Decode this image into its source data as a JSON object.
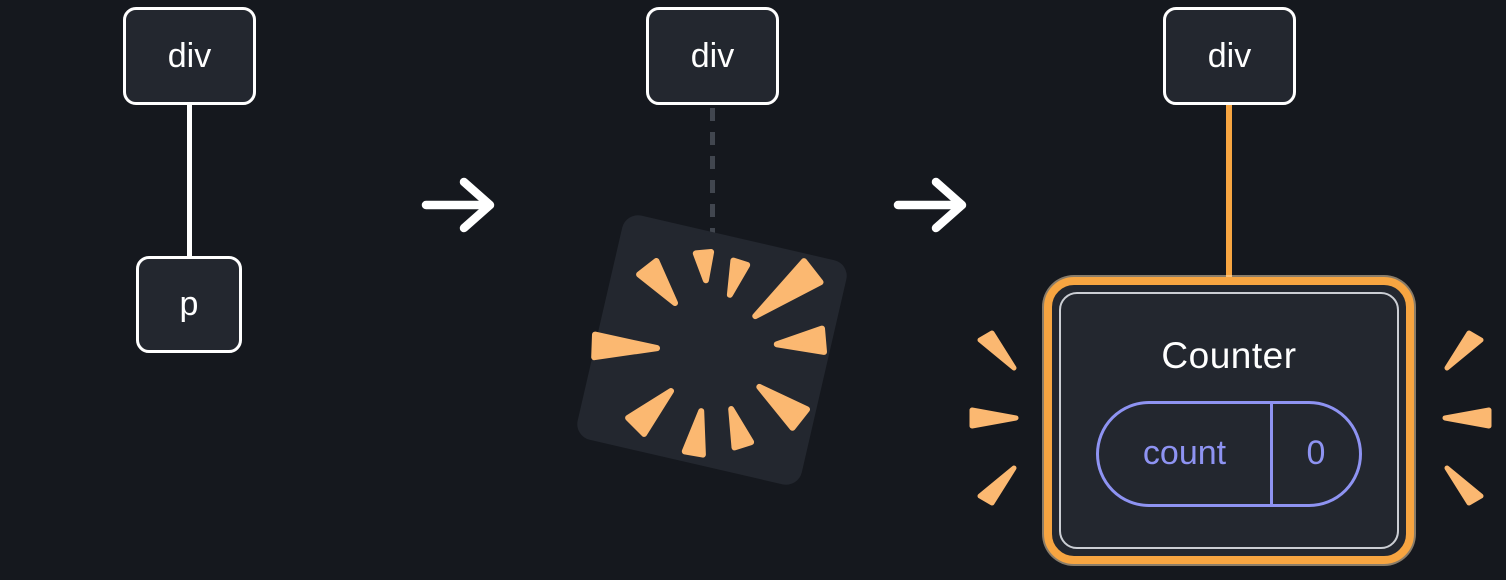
{
  "illustration": {
    "stages": {
      "initial": {
        "parent_label": "div",
        "child_label": "p"
      },
      "poof": {
        "parent_label": "div"
      },
      "result": {
        "parent_label": "div",
        "component_title": "Counter",
        "state_key": "count",
        "state_value": "0"
      }
    },
    "icons": {
      "arrow": "right-arrow",
      "burst": "poof-burst",
      "sparkles": "emphasis-sparkles"
    },
    "colors": {
      "background": "#15181E",
      "node_fill": "#23272F",
      "node_border": "#FFFFFF",
      "accent_orange": "#F7A541",
      "burst_orange": "#FBB871",
      "lavender": "#8E93F2",
      "dashed_connector": "#41464F",
      "text": "#FFFFFF"
    }
  }
}
